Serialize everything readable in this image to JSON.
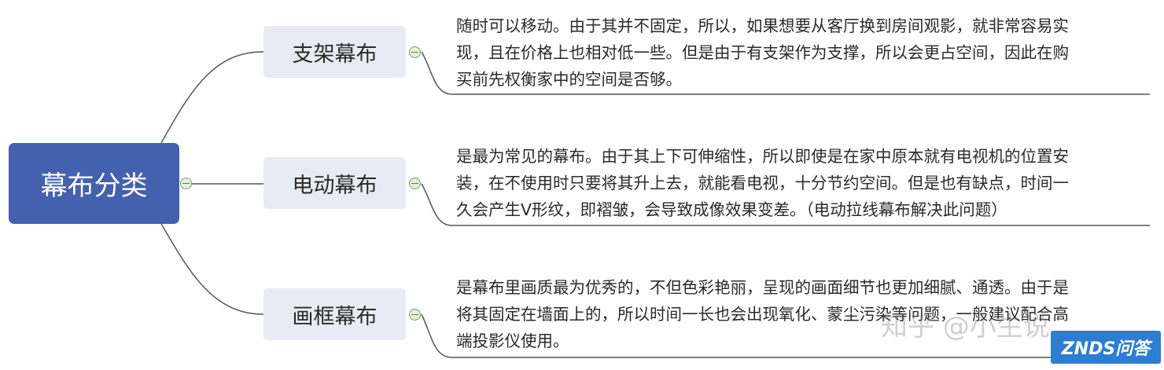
{
  "root": {
    "label": "幕布分类"
  },
  "branches": [
    {
      "label": "支架幕布",
      "lines": [
        "随时可以移动。由于其并不固定，所以，如果想要从客厅换到房间观影，就非常容易实",
        "现，且在价格上也相对低一些。但是由于有支架作为支撑，所以会更占空间，因此在购",
        "买前先权衡家中的空间是否够。"
      ]
    },
    {
      "label": "电动幕布",
      "lines": [
        "是最为常见的幕布。由于其上下可伸缩性，所以即使是在家中原本就有电视机的位置安",
        "装，在不使用时只要将其升上去，就能看电视，十分节约空间。但是也有缺点，时间一",
        "久会产生V形纹，即褶皱，会导致成像效果变差。（电动拉线幕布解决此问题）"
      ]
    },
    {
      "label": "画框幕布",
      "lines": [
        "是幕布里画质最为优秀的，不但色彩艳丽，呈现的画面细节也更加细腻、通透。由于是",
        "将其固定在墙面上的，所以时间一长也会出现氧化、蒙尘污染等问题，一般建议配合高",
        "端投影仪使用。"
      ]
    }
  ],
  "watermark": "知乎 @小生说",
  "logo": "ZNDS问答",
  "colors": {
    "root_bg": "#4461b0",
    "branch_bg": "#e9ebf4",
    "connector": "#555555",
    "toggle_border": "#7a9a67",
    "logo_bg": "#2d7dd2"
  }
}
